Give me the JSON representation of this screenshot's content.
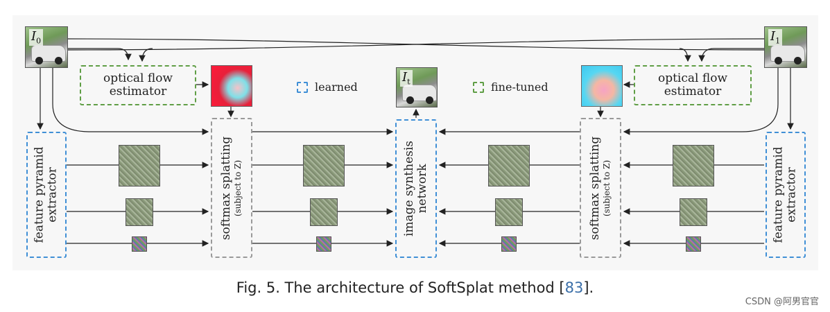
{
  "inputs": {
    "left": {
      "symbol": "I",
      "subscript": "0"
    },
    "right": {
      "symbol": "I",
      "subscript": "1"
    },
    "output": {
      "symbol": "I",
      "subscript": "t"
    }
  },
  "boxes": {
    "flow_line1": "optical flow",
    "flow_line2": "estimator",
    "feature_line1": "feature pyramid",
    "feature_line2": "extractor",
    "splat_main": "softmax splatting",
    "splat_sub": "(subject to Z)",
    "synthesis_line1": "image synthesis",
    "synthesis_line2": "network"
  },
  "legend": {
    "learned": "learned",
    "fine_tuned": "fine-tuned",
    "learned_color": "#3f8fd6",
    "fine_tuned_color": "#5f9e45"
  },
  "caption": {
    "prefix": "Fig. 5.  The architecture of SoftSplat method [",
    "ref": "83",
    "suffix": "]."
  },
  "watermark": "CSDN @阿男官官"
}
